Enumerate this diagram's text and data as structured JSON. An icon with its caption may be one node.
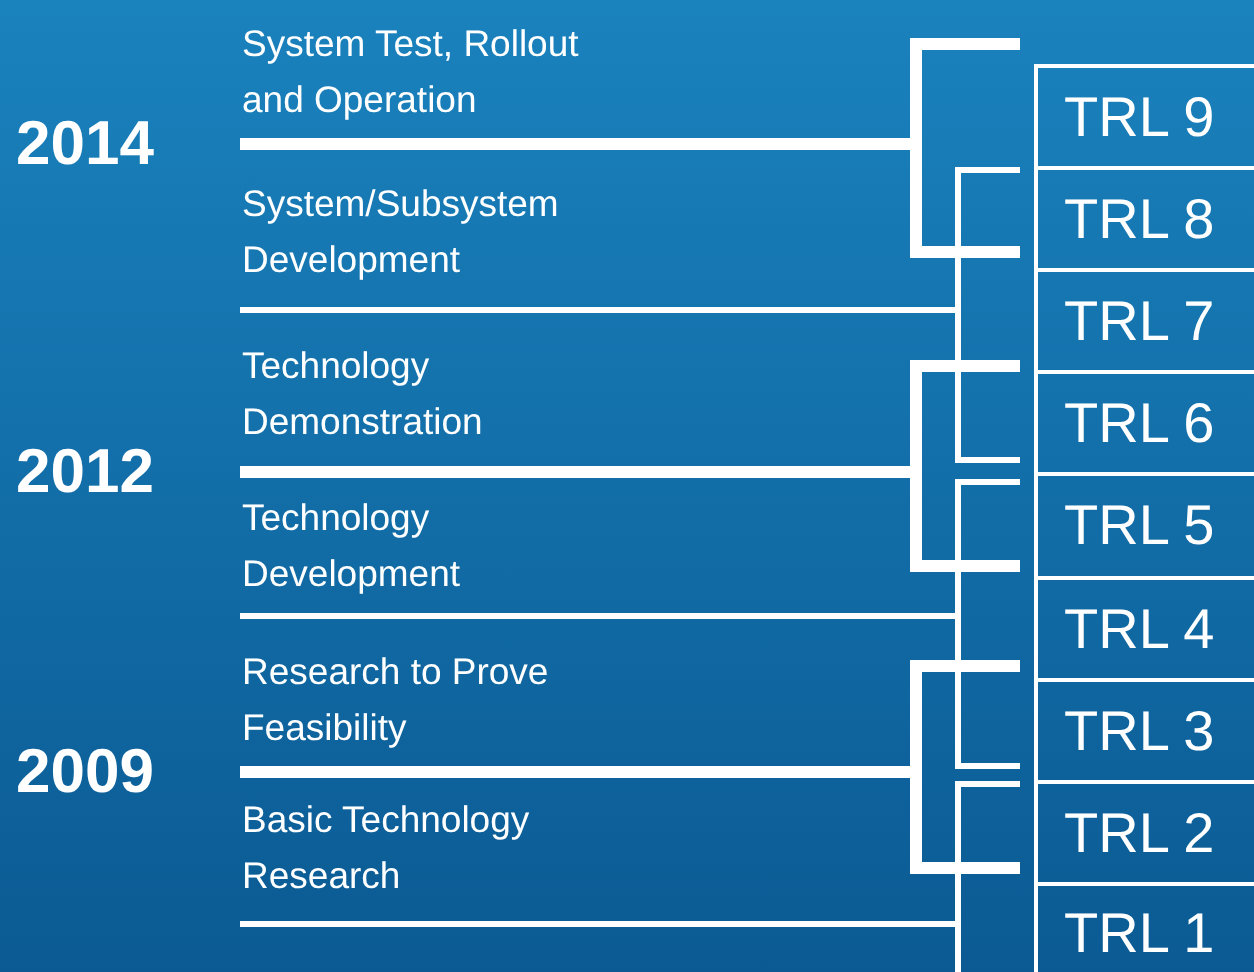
{
  "diagram": {
    "nodes": [
      {
        "text": [
          "2014"
        ]
      },
      {
        "text": [
          "System Test, Rollout and Operation"
        ]
      },
      {
        "text": [
          "System/Subsystem Development"
        ]
      },
      {
        "text": [
          "2012"
        ]
      },
      {
        "text": [
          "Technology Demonstration"
        ]
      },
      {
        "text": [
          "Technology Development"
        ]
      },
      {
        "text": [
          "2009"
        ]
      },
      {
        "text": [
          "Research to Prove Feasibility"
        ]
      },
      {
        "text": [
          "Basic Technology Research"
        ]
      },
      {
        "text": [
          "TRL 9"
        ]
      },
      {
        "text": [
          "TRL 8"
        ]
      },
      {
        "text": [
          "TRL 7"
        ]
      },
      {
        "text": [
          "TRL 6"
        ]
      },
      {
        "text": [
          "TRL 5"
        ]
      },
      {
        "text": [
          "TRL 4"
        ]
      },
      {
        "text": [
          "TRL 3"
        ]
      },
      {
        "text": [
          "TRL 2"
        ]
      },
      {
        "text": [
          "TRL 1"
        ]
      }
    ]
  }
}
